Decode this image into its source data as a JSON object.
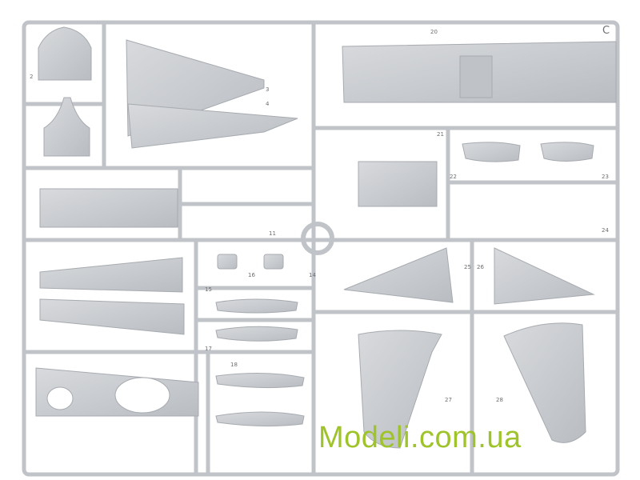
{
  "sprue_letter": "C",
  "watermark": "Modeli.com.ua",
  "part_numbers": {
    "p2": "2",
    "p3": "3",
    "p4": "4",
    "p20": "20",
    "p21": "21",
    "p22": "22",
    "p23": "23",
    "p24": "24",
    "p25": "25",
    "p26": "26",
    "p27": "27",
    "p28": "28",
    "p16": "16",
    "p11": "11",
    "p14": "14",
    "p15": "15",
    "p17": "17",
    "p18": "18"
  },
  "colors": {
    "plastic": "#c9ccd0",
    "plastic_edge": "#a7abb0",
    "runner": "#c3c6ca",
    "watermark": "#9fc32a"
  }
}
